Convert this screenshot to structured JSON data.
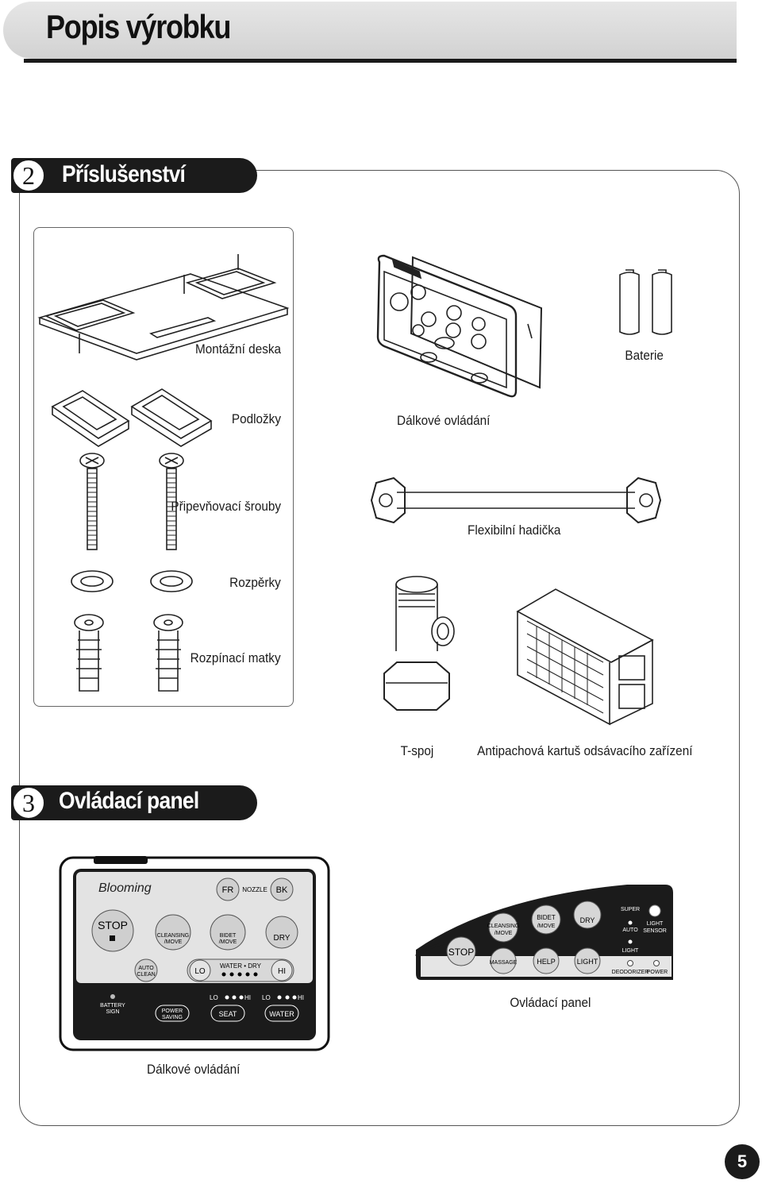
{
  "page_title": "Popis výrobku",
  "section2": {
    "number": "2",
    "title": "Příslušenství"
  },
  "section3": {
    "number": "3",
    "title": "Ovládací panel"
  },
  "accessories": {
    "mounting_plate": "Montážní deska",
    "batteries": "Baterie",
    "pads": "Podložky",
    "remote": "Dálkové ovládání",
    "bolts": "Připevňovací šrouby",
    "hose": "Flexibilní hadička",
    "spacers": "Rozpěrky",
    "nuts": "Rozpínací matky",
    "tee": "T-spoj",
    "filter": "Antipachová kartuš odsávacího zařízení"
  },
  "remote_panel": {
    "brand": "Blooming",
    "fr": "FR",
    "nozzle": "NOZZLE",
    "bk": "BK",
    "stop": "STOP",
    "cleansing": [
      "CLEANSING",
      "/MOVE"
    ],
    "bidet": [
      "BIDET",
      "/MOVE"
    ],
    "dry": "DRY",
    "auto_clean": [
      "AUTO",
      "CLEAN"
    ],
    "lo": "LO",
    "water_dry": "WATER • DRY",
    "hi": "HI",
    "battery_sign": [
      "BATTERY",
      "SIGN"
    ],
    "power_saving": [
      "POWER",
      "SAVING"
    ],
    "seat": "SEAT",
    "water": "WATER",
    "lo_small": "LO",
    "hi_small": "HI",
    "caption": "Dálkové ovládání"
  },
  "control_panel": {
    "stop": "STOP",
    "cleansing": [
      "CLEANSING",
      "/MOVE"
    ],
    "bidet": [
      "BIDET",
      "/MOVE"
    ],
    "dry": "DRY",
    "super": "SUPER",
    "auto": "AUTO",
    "light_sensor": [
      "LIGHT",
      "SENSOR"
    ],
    "light_label": "LIGHT",
    "massage": "MASSAGE",
    "help": "HELP",
    "light": "LIGHT",
    "deodorizer": "DEODORIZER",
    "power": "POWER",
    "caption": "Ovládací panel"
  },
  "page_number": "5"
}
